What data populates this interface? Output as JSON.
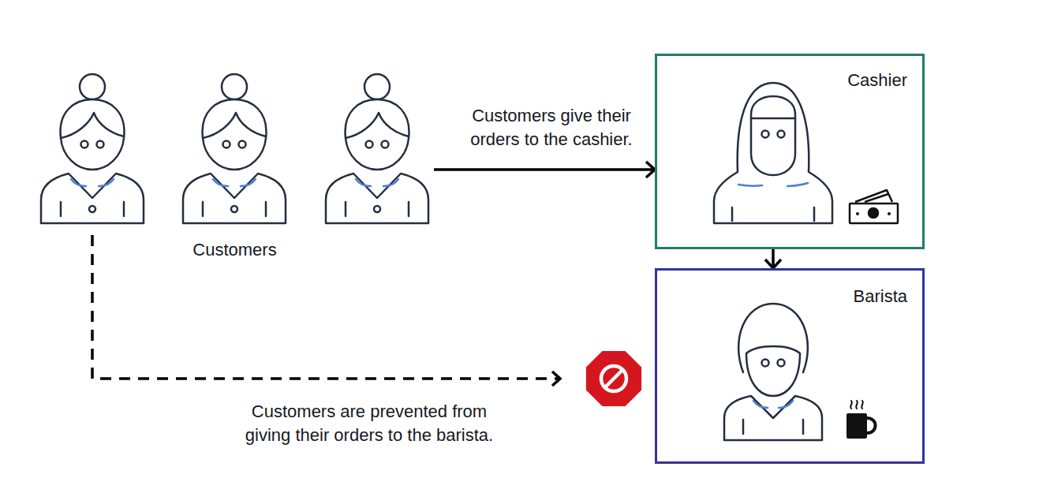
{
  "diagram": {
    "nodes": [
      {
        "text": [
          "Customers"
        ]
      },
      {
        "text": [
          "Cashier"
        ]
      },
      {
        "text": [
          "Barista"
        ]
      }
    ],
    "edges": [
      {
        "from": 0,
        "to": 1,
        "arrow": "to",
        "label": "Customers give their orders to the cashier."
      },
      {
        "from": 1,
        "to": 2,
        "arrow": "to"
      }
    ],
    "labels": [
      "Customers are prevented from giving their orders to the barista."
    ]
  }
}
